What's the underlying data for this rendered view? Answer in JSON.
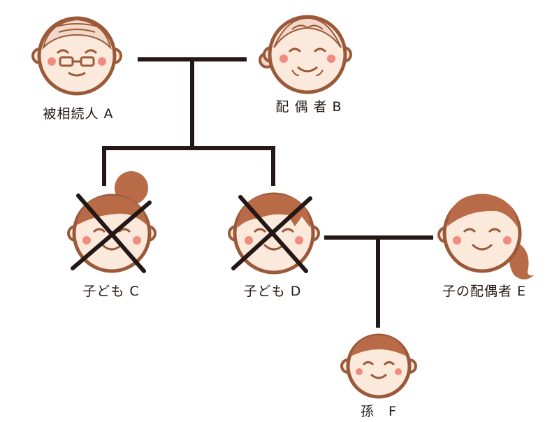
{
  "colors": {
    "line": "#231815",
    "face": "#fbe9dc",
    "outline": "#9a5a3a",
    "hair": "#b96a46",
    "cheek": "#f08b80",
    "elder_hair": "#f3d7c8"
  },
  "people": {
    "a": {
      "label": "被相続人 A",
      "icon": "grandfather-with-glasses-icon",
      "deceased": false
    },
    "b": {
      "label": "配 偶 者 B",
      "icon": "grandmother-icon",
      "deceased": false
    },
    "c": {
      "label": "子ども C",
      "icon": "girl-with-bun-icon",
      "deceased": true
    },
    "d": {
      "label": "子ども D",
      "icon": "man-short-hair-icon",
      "deceased": true
    },
    "e": {
      "label": "子の配偶者 E",
      "icon": "woman-side-ponytail-icon",
      "deceased": false
    },
    "f": {
      "label": "孫　F",
      "icon": "child-buzzcut-icon",
      "deceased": false
    }
  }
}
